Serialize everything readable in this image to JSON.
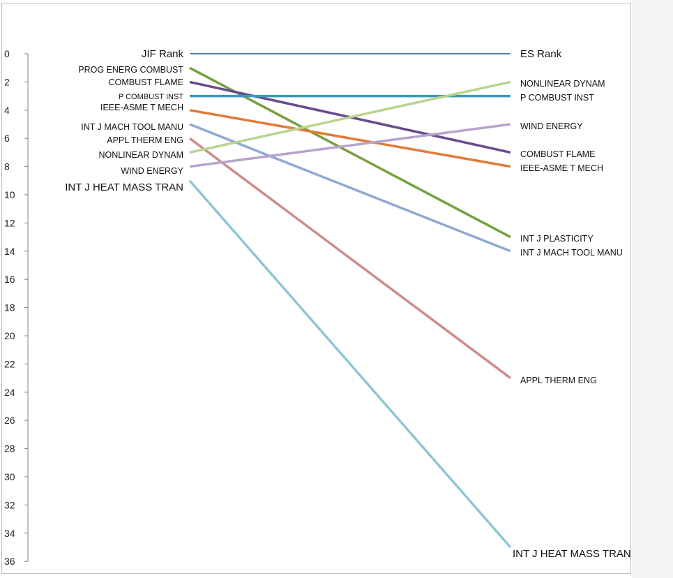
{
  "chart_data": {
    "type": "line",
    "x": [
      "JIF Rank",
      "ES Rank"
    ],
    "ylim": [
      36,
      0
    ],
    "ytick_step": 2,
    "series": [
      {
        "name": "",
        "left_label": "JIF Rank",
        "right_label": "ES Rank",
        "values": [
          0,
          0
        ],
        "color": "#4f81bd"
      },
      {
        "name": "",
        "left_label": "PROG ENERG COMBUST",
        "right_label": "INT J PLASTICITY",
        "values": [
          1,
          13
        ],
        "color": "#77a040"
      },
      {
        "name": "",
        "left_label": "COMBUST FLAME",
        "right_label": "COMBUST FLAME",
        "values": [
          2,
          7
        ],
        "color": "#6a4a8e"
      },
      {
        "name": "",
        "left_label": "P COMBUST INST",
        "right_label": "P COMBUST INST",
        "values": [
          3,
          3
        ],
        "color": "#3a9ab8"
      },
      {
        "name": "",
        "left_label": "IEEE-ASME T MECH",
        "right_label": "IEEE-ASME T MECH",
        "values": [
          4,
          8
        ],
        "color": "#e07b39"
      },
      {
        "name": "",
        "left_label": "INT J MACH TOOL MANU",
        "right_label": "INT J MACH TOOL MANU",
        "values": [
          5,
          14
        ],
        "color": "#8fa9d3"
      },
      {
        "name": "",
        "left_label": "APPL THERM ENG",
        "right_label": "APPL THERM ENG",
        "values": [
          6,
          23
        ],
        "color": "#d08a8a"
      },
      {
        "name": "",
        "left_label": "NONLINEAR DYNAM",
        "right_label": "NONLINEAR DYNAM",
        "values": [
          7,
          2
        ],
        "color": "#b8d48e"
      },
      {
        "name": "",
        "left_label": "WIND ENERGY",
        "right_label": "WIND ENERGY",
        "values": [
          8,
          5
        ],
        "color": "#b5a3cc"
      },
      {
        "name": "",
        "left_label": "INT J HEAT MASS TRAN",
        "right_label": "INT J HEAT MASS TRAN",
        "values": [
          9,
          35
        ],
        "color": "#8ec6d6"
      }
    ]
  }
}
